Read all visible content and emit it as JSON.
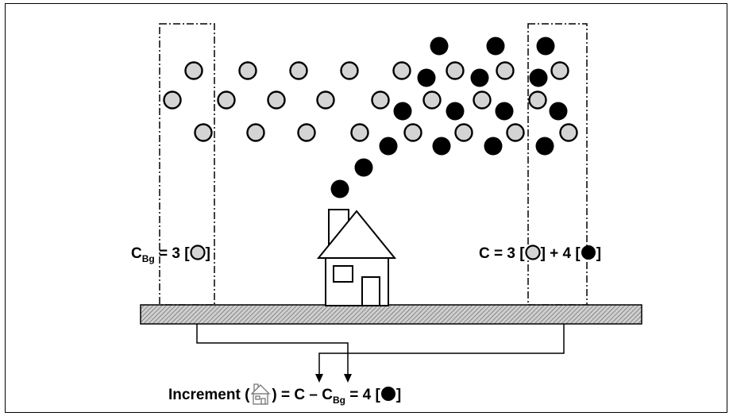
{
  "labels": {
    "background": {
      "symbol": "C",
      "subscript": "Bg",
      "equals": " = 3 [",
      "close": "]"
    },
    "downwind": {
      "prefix": "C = 3 [",
      "middle": "] + 4 [",
      "close": "]"
    },
    "increment": {
      "prefix": "Increment (",
      "after_icon": ") = C – C",
      "subscript": "Bg",
      "equals": " = 4 [",
      "close": "]"
    }
  },
  "colors": {
    "background_particle": "#d4d4d4",
    "emission_particle": "#000000",
    "ground_hatch": "#888888",
    "outline": "#000000"
  }
}
